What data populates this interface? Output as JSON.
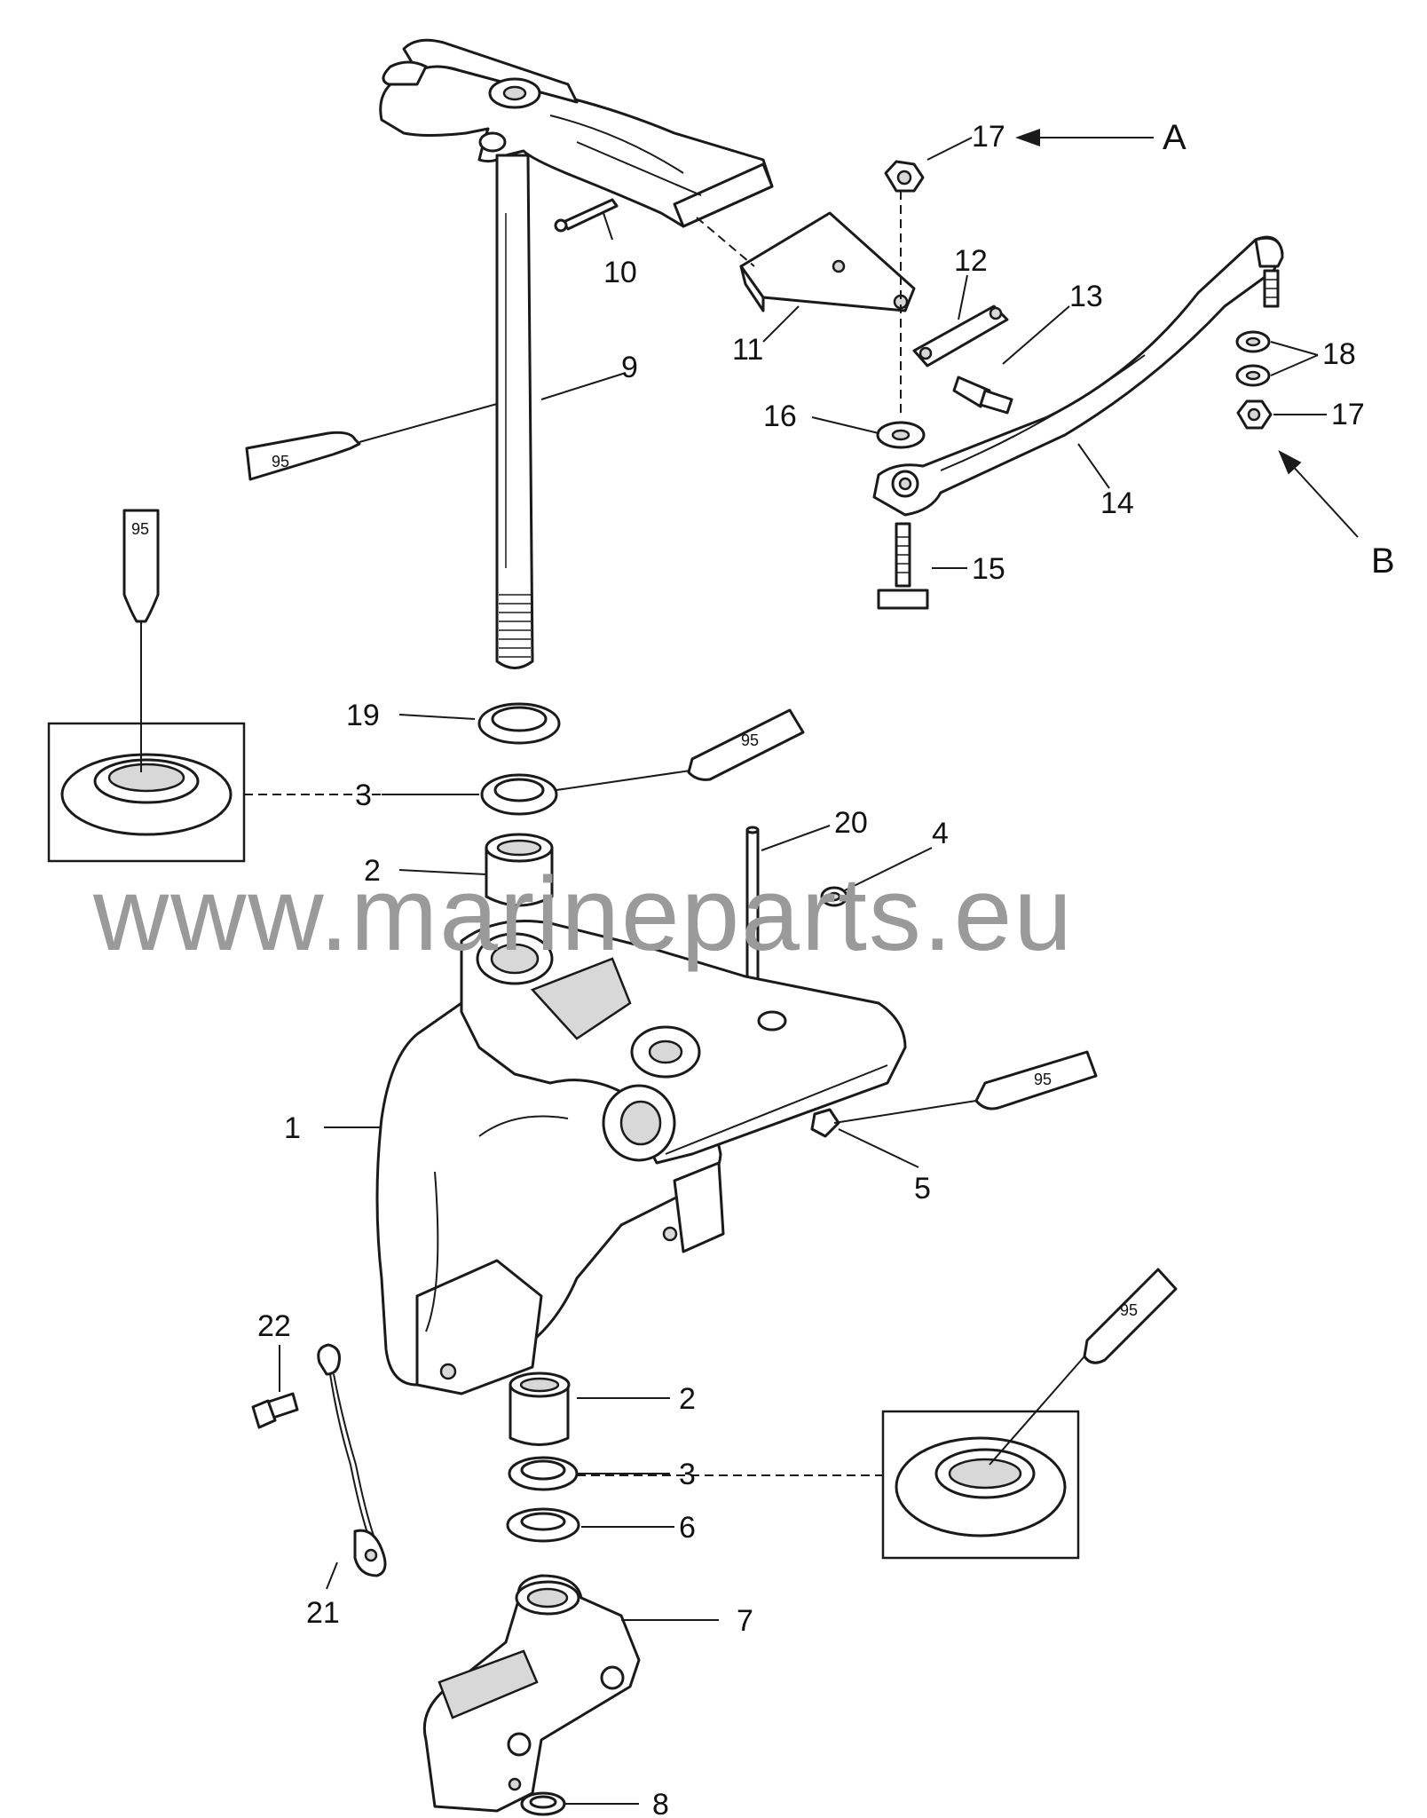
{
  "callouts": {
    "c1": "1",
    "c2a": "2",
    "c2b": "2",
    "c3a": "3",
    "c3b": "3",
    "c4": "4",
    "c5": "5",
    "c6": "6",
    "c7": "7",
    "c8": "8",
    "c9": "9",
    "c10": "10",
    "c11": "11",
    "c12": "12",
    "c13": "13",
    "c14": "14",
    "c15": "15",
    "c16": "16",
    "c17a": "17",
    "c17b": "17",
    "c18": "18",
    "c19": "19",
    "c20": "20",
    "c21": "21",
    "c22": "22"
  },
  "view_letters": {
    "a": "A",
    "b": "B"
  },
  "lubricant_code": "95",
  "watermark": "www.marineparts.eu"
}
